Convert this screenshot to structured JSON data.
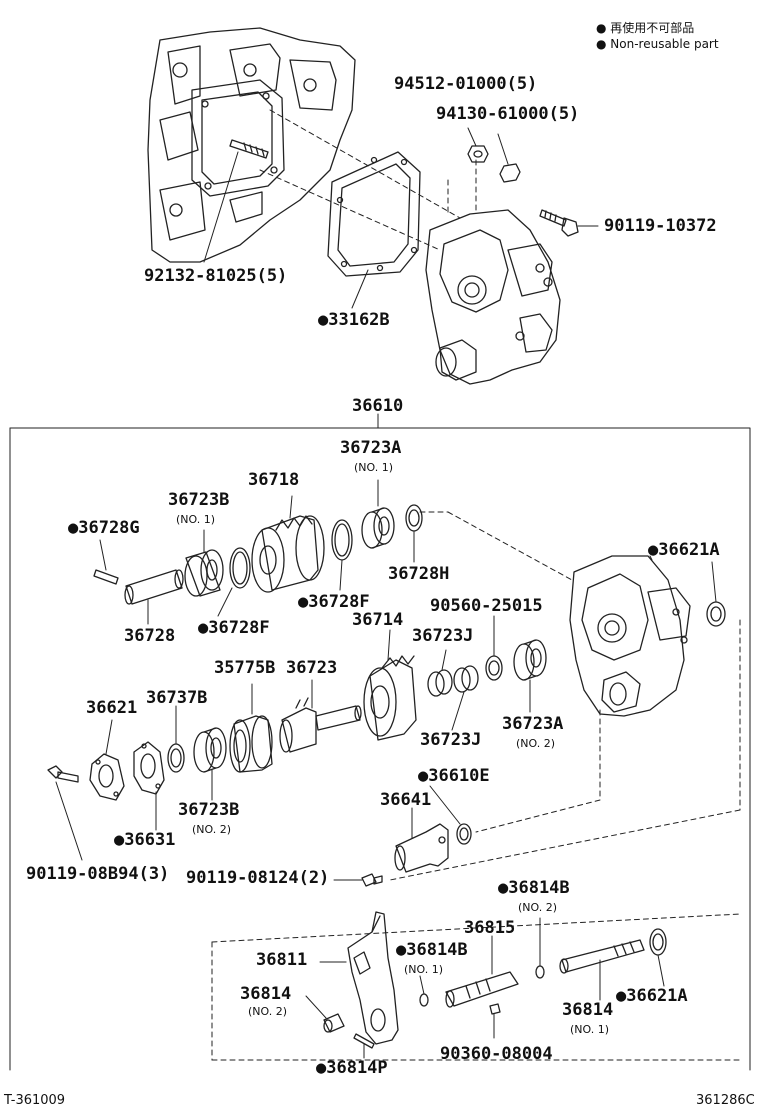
{
  "legend": {
    "line1": "● 再使用不可部品",
    "line2": "● Non-reusable part"
  },
  "top": {
    "p94512": "94512-01000(5)",
    "p94130": "94130-61000(5)",
    "p90119_10372": "90119-10372",
    "p92132": "92132-81025(5)",
    "p33162B": "●33162B"
  },
  "assembly": {
    "title": "36610",
    "p36723A_top": "36723A",
    "p36723A_top_no": "(NO. 1)",
    "p36718": "36718",
    "p36723B_top": "36723B",
    "p36723B_top_no": "(NO. 1)",
    "p36728G": "●36728G",
    "p36621A_right": "●36621A",
    "p36728H": "36728H",
    "p36728F_a": "●36728F",
    "p36728": "36728",
    "p36728F_b": "●36728F",
    "p90560": "90560-25015",
    "p36714": "36714",
    "p36723J_top": "36723J",
    "p35775B": "35775B",
    "p36723": "36723",
    "p36621": "36621",
    "p36737B": "36737B",
    "p36723A_mid": "36723A",
    "p36723A_mid_no": "(NO. 2)",
    "p36723J_bot": "36723J",
    "p36610E": "●36610E",
    "p36641": "36641",
    "p36723B_bot": "36723B",
    "p36723B_bot_no": "(NO. 2)",
    "p36631": "●36631",
    "p90119_08B94": "90119-08B94(3)",
    "p90119_08124": "90119-08124(2)"
  },
  "fork": {
    "p36814B_top": "●36814B",
    "p36814B_top_no": "(NO. 2)",
    "p36815": "36815",
    "p36811": "36811",
    "p36814B_mid": "●36814B",
    "p36814B_mid_no": "(NO. 1)",
    "p36814_left": "36814",
    "p36814_left_no": "(NO. 2)",
    "p36814_right": "36814",
    "p36814_right_no": "(NO. 1)",
    "p36621A_bot": "●36621A",
    "p90360": "90360-08004",
    "p36814P": "●36814P"
  },
  "footer": {
    "left_code": "T-361009",
    "right_code": "361286C"
  }
}
